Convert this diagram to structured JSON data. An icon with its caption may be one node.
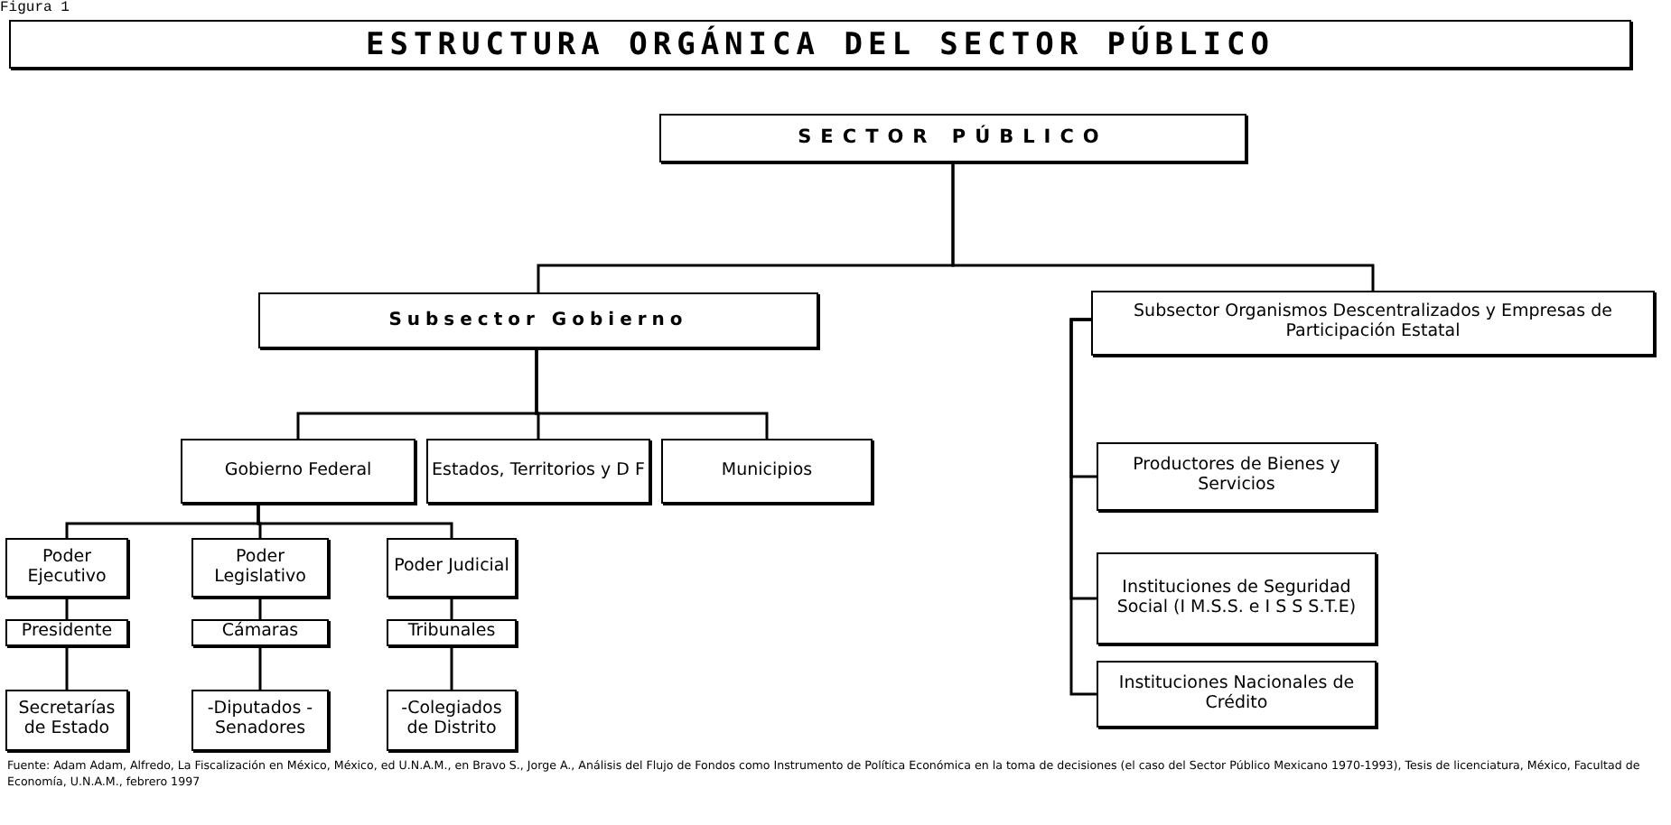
{
  "diagram": {
    "title": "ESTRUCTURA ORGÁNICA DEL SECTOR PÚBLICO",
    "nodes": [
      {
        "text": [
          "SECTOR PÚBLICO"
        ]
      },
      {
        "text": [
          "Subsector Gobierno"
        ]
      },
      {
        "text": [
          "Subsector Organismos Descentralizados y Empresas de Participación Estatal"
        ]
      },
      {
        "text": [
          "Gobierno Federal"
        ]
      },
      {
        "text": [
          "Estados, Territorios y D F"
        ]
      },
      {
        "text": [
          "Municipios"
        ]
      },
      {
        "text": [
          "Poder Ejecutivo"
        ]
      },
      {
        "text": [
          "Poder Legislativo"
        ]
      },
      {
        "text": [
          "Poder Judicial"
        ]
      },
      {
        "text": [
          "Presidente"
        ]
      },
      {
        "text": [
          "Cámaras"
        ]
      },
      {
        "text": [
          "Tribunales"
        ]
      },
      {
        "text": [
          "Secretarías de Estado"
        ]
      },
      {
        "text": [
          "-Diputados -Senadores"
        ]
      },
      {
        "text": [
          "-Colegiados de Distrito"
        ]
      },
      {
        "text": [
          "Productores de Bienes y Servicios"
        ]
      },
      {
        "text": [
          "Instituciones de Seguridad Social (I M.S.S. e I S S S.T.E)"
        ]
      },
      {
        "text": [
          "Instituciones Nacionales de Crédito"
        ]
      }
    ],
    "edges": [
      {
        "from": 0,
        "to": 1,
        "arrow": "none"
      },
      {
        "from": 0,
        "to": 2,
        "arrow": "none"
      },
      {
        "from": 1,
        "to": 3,
        "arrow": "none"
      },
      {
        "from": 1,
        "to": 4,
        "arrow": "none"
      },
      {
        "from": 1,
        "to": 5,
        "arrow": "none"
      },
      {
        "from": 3,
        "to": 6,
        "arrow": "none"
      },
      {
        "from": 3,
        "to": 7,
        "arrow": "none"
      },
      {
        "from": 3,
        "to": 8,
        "arrow": "none"
      },
      {
        "from": 6,
        "to": 9,
        "arrow": "none"
      },
      {
        "from": 7,
        "to": 10,
        "arrow": "none"
      },
      {
        "from": 8,
        "to": 11,
        "arrow": "none"
      },
      {
        "from": 9,
        "to": 12,
        "arrow": "none"
      },
      {
        "from": 10,
        "to": 13,
        "arrow": "none"
      },
      {
        "from": 11,
        "to": 14,
        "arrow": "none"
      },
      {
        "from": 2,
        "to": 15,
        "arrow": "none"
      },
      {
        "from": 2,
        "to": 16,
        "arrow": "none"
      },
      {
        "from": 2,
        "to": 17,
        "arrow": "none"
      }
    ],
    "labels": [
      "Figura 1",
      "Fuente: Adam Adam, Alfredo, La Fiscalización en México, México, ed U.N.A.M., en Bravo S., Jorge A., Análisis del Flujo de Fondos como Instrumento de Política Económica en la toma de decisiones (el caso del Sector Público Mexicano 1970-1993), Tesis de licenciatura, México, Facultad de Economía, U.N.A.M., febrero 1997"
    ]
  }
}
